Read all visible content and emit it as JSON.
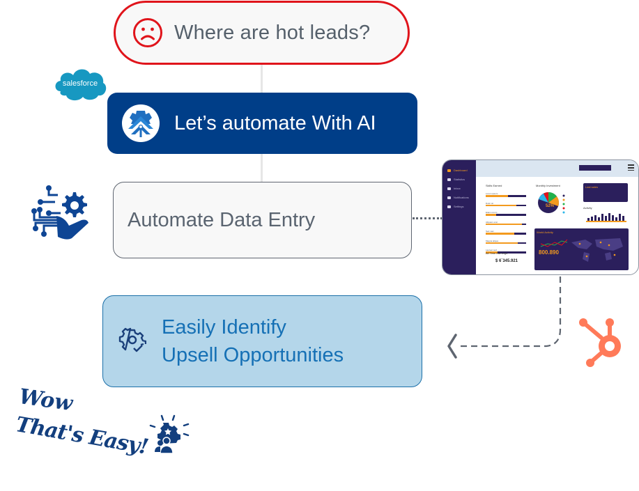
{
  "flow": {
    "problem": {
      "label": "Where are hot leads?",
      "icon": "sad-face-icon",
      "border_color": "#e0141b"
    },
    "automate_ai": {
      "label": "Let’s automate With AI",
      "icon": "ai-gear-arrow-icon",
      "bg_color": "#003e88"
    },
    "data_entry": {
      "label": "Automate Data Entry",
      "icon": "hand-gear-circuit-icon"
    },
    "upsell": {
      "line1": "Easily Identify",
      "line2": "Upsell Opportunities",
      "icon": "gear-check-icon",
      "bg_color": "#b4d6ea",
      "text_color": "#1570b5"
    }
  },
  "integrations": {
    "salesforce": {
      "label": "salesforce",
      "color": "#1798c1"
    },
    "hubspot": {
      "icon": "hubspot-sprocket-icon",
      "color": "#ff7a59"
    }
  },
  "dashboard": {
    "nav": [
      "Dashboard",
      "Statistics",
      "Inbox",
      "Notifications",
      "Settings"
    ],
    "skills_title": "Skills Earned",
    "skills": [
      {
        "label": "Lorem ipsum",
        "pct": 0.55
      },
      {
        "label": "Dolor sit",
        "pct": 0.75
      },
      {
        "label": "Etiam rerum",
        "pct": 0.25
      },
      {
        "label": "Aliquam erat",
        "pct": 0.9
      },
      {
        "label": "Sed nam",
        "pct": 0.7
      },
      {
        "label": "Magna aliqua",
        "pct": 0.8
      },
      {
        "label": "Laoreet sed",
        "pct": 0.3
      }
    ],
    "earnings_title": "All Time Earnings",
    "earnings_value": "$ 6`345.921",
    "investment_title": "Monthly Investment",
    "investment_pct": "52%",
    "last_sales_title": "Last sales",
    "activity_title": "Activity",
    "world_title": "World Activity",
    "world_value": "800.890"
  },
  "tagline": {
    "line1": "Wow",
    "line2": "That's Easy!",
    "icon": "team-idea-gear-icon"
  }
}
